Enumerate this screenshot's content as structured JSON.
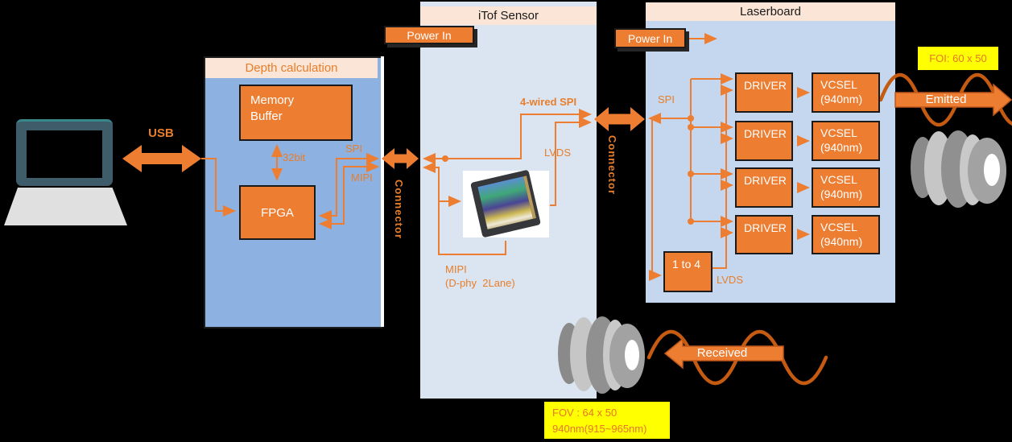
{
  "diagram": {
    "usb_label": "USB",
    "depth_panel": {
      "title": "Depth calculation",
      "memory_buffer": "Memory\nBuffer",
      "bus_width": "32bit",
      "fpga": "FPGA",
      "spi": "SPI",
      "mipi": "MIPI"
    },
    "connector_left": "Connector",
    "connector_right": "Connector",
    "itof_panel": {
      "title": "iTof Sensor",
      "power_in": "Power In",
      "four_wired_spi": "4-wired SPI",
      "lvds": "LVDS",
      "mipi_line1": "MIPI",
      "mipi_line2": "(D-phy  2Lane)"
    },
    "laser_panel": {
      "title": "Laserboard",
      "power_in": "Power In",
      "spi": "SPI",
      "lvds": "LVDS",
      "one_to_four": "1 to 4",
      "drivers": [
        "DRIVER",
        "DRIVER",
        "DRIVER",
        "DRIVER"
      ],
      "vcsels": [
        "VCSEL\n(940nm)",
        "VCSEL\n(940nm)",
        "VCSEL\n(940nm)",
        "VCSEL\n(940nm)"
      ]
    },
    "emitted_label": "Emitted",
    "received_label": "Received",
    "foi_label": "FOI: 60 x 50",
    "fov_line1": "FOV : 64 x 50",
    "fov_line2": "940nm(915~965nm)",
    "colors": {
      "accent": "#ED7D31",
      "wire": "#ED7D31",
      "wave": "#C55A11",
      "panel_depth": "#8DB1E1",
      "panel_itof": "#DBE4F1",
      "panel_laser": "#C5D7EE",
      "header_band": "#FBE5D6",
      "highlight": "#FFFF00"
    }
  }
}
